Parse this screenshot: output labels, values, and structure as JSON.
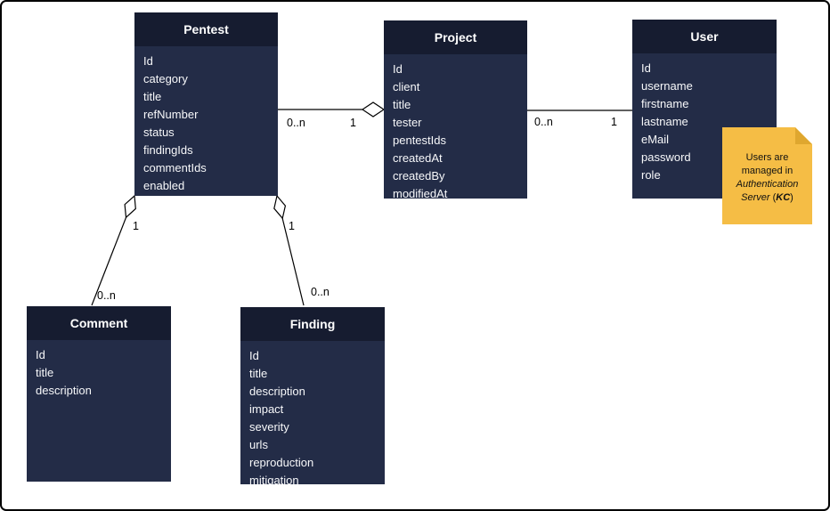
{
  "diagram": {
    "type": "uml-class-diagram",
    "entities": [
      {
        "name": "Pentest",
        "title": "Pentest",
        "fields": [
          "Id",
          "category",
          "title",
          "refNumber",
          "status",
          "findingIds",
          "commentIds",
          "enabled"
        ]
      },
      {
        "name": "Project",
        "title": "Project",
        "fields": [
          "Id",
          "client",
          "title",
          "tester",
          "pentestIds",
          "createdAt",
          "createdBy",
          "modifiedAt"
        ]
      },
      {
        "name": "User",
        "title": "User",
        "fields": [
          "Id",
          "username",
          "firstname",
          "lastname",
          "eMail",
          "password",
          "role"
        ]
      },
      {
        "name": "Comment",
        "title": "Comment",
        "fields": [
          "Id",
          "title",
          "description"
        ]
      },
      {
        "name": "Finding",
        "title": "Finding",
        "fields": [
          "Id",
          "title",
          "description",
          "impact",
          "severity",
          "urls",
          "reproduction",
          "mitigation"
        ]
      }
    ],
    "relationships": [
      {
        "source": "Pentest",
        "target": "Project",
        "type": "aggregation",
        "diamond_at": "Project",
        "source_label": "0..n",
        "target_label": "1"
      },
      {
        "source": "Project",
        "target": "User",
        "type": "association",
        "source_label": "0..n",
        "target_label": "1"
      },
      {
        "source": "Pentest",
        "target": "Comment",
        "type": "aggregation",
        "diamond_at": "Pentest",
        "source_label": "1",
        "target_label": "0..n"
      },
      {
        "source": "Pentest",
        "target": "Finding",
        "type": "aggregation",
        "diamond_at": "Pentest",
        "source_label": "1",
        "target_label": "0..n"
      }
    ],
    "note": {
      "segments": [
        {
          "text": "Users are managed in ",
          "style": "normal"
        },
        {
          "text": "Authentication Server",
          "style": "italic"
        },
        {
          "text": " (",
          "style": "normal"
        },
        {
          "text": "KC",
          "style": "bold-italic"
        },
        {
          "text": ")",
          "style": "normal"
        }
      ]
    },
    "colors": {
      "entity_header_bg": "#161c30",
      "entity_body_bg": "#232c47",
      "entity_text": "#ffffff",
      "note_bg": "#f5bd45",
      "note_fold": "#dfa72f",
      "connector": "#000000",
      "page_bg": "#ffffff"
    }
  }
}
